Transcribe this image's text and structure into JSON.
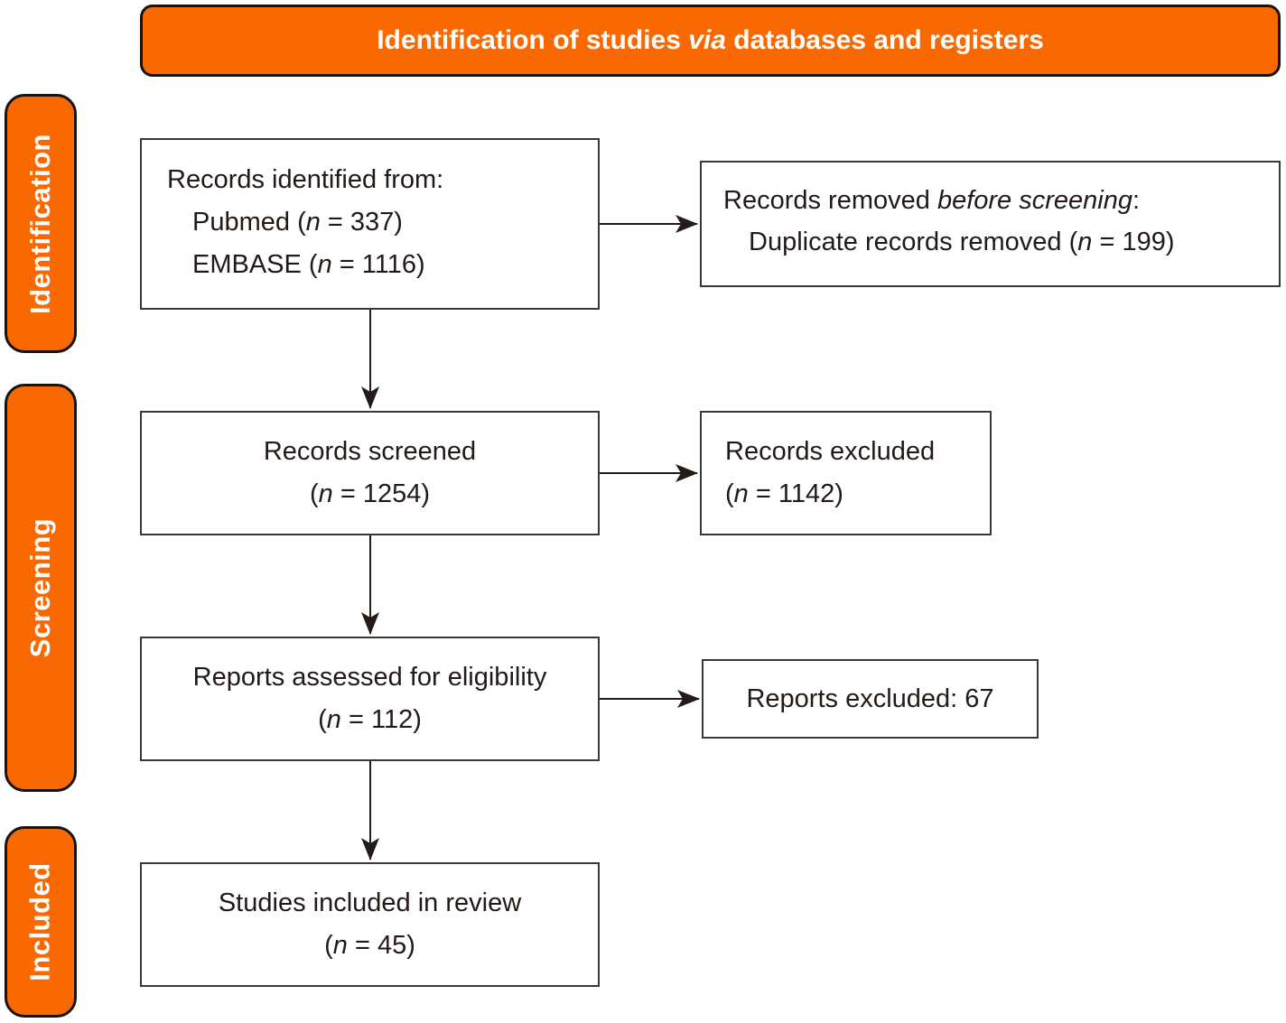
{
  "colors": {
    "accent_orange": "#FA6900",
    "pill_border": "#161311",
    "box_border": "#3E3634",
    "text_dark": "#231916",
    "text_white": "#FFFFFF",
    "arrow": "#241A17"
  },
  "header": {
    "title_pre": "Identification of studies ",
    "title_via": "via",
    "title_post": " databases and registers"
  },
  "sidebar": {
    "stages": [
      "Identification",
      "Screening",
      "Included"
    ]
  },
  "flow": {
    "identified": {
      "line1": "Records identified from:",
      "line2_pre": "Pubmed (",
      "line2_n": "n",
      "line2_post": " = 337)",
      "line3_pre": "EMBASE (",
      "line3_n": "n",
      "line3_post": " = 1116)"
    },
    "removed": {
      "line1_pre": "Records removed ",
      "line1_italic": "before screening",
      "line1_post": ":",
      "line2_pre": "Duplicate records removed (",
      "line2_n": "n",
      "line2_post": " = 199)"
    },
    "screened": {
      "line1": "Records screened",
      "count_pre": "(",
      "count_n": "n",
      "count_post": " = 1254)"
    },
    "records_excluded": {
      "line1": "Records excluded",
      "count_pre": "(",
      "count_n": "n",
      "count_post": " = 1142)"
    },
    "assessed": {
      "line1": "Reports assessed for eligibility",
      "count_pre": "(",
      "count_n": "n",
      "count_post": " = 112)"
    },
    "reports_excluded": {
      "label": "Reports excluded: 67"
    },
    "included": {
      "line1": "Studies included in review",
      "count_pre": "(",
      "count_n": "n",
      "count_post": " = 45)"
    }
  }
}
